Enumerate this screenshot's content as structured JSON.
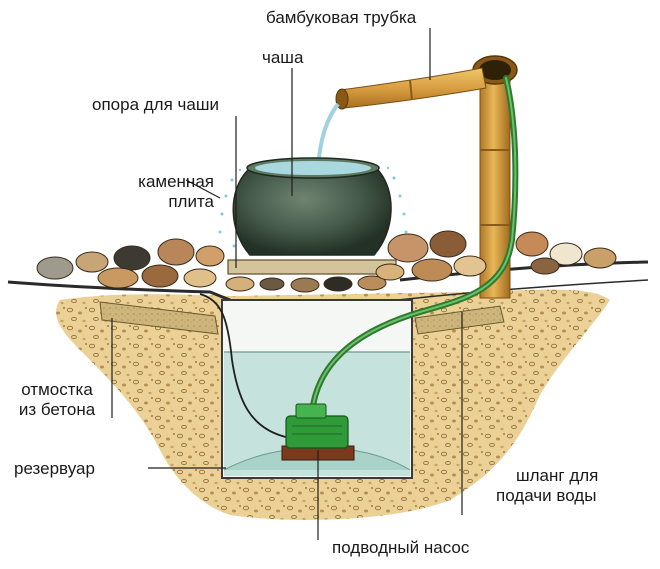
{
  "labels": {
    "bamboo_tube": "бамбуковая трубка",
    "bowl": "чаша",
    "bowl_support": "опора для чаши",
    "stone_slab_line1": "каменная",
    "stone_slab_line2": "плита",
    "concrete_line1": "отмостка",
    "concrete_line2": "из бетона",
    "reservoir": "резервуар",
    "hose_line1": "шланг для",
    "hose_line2": "подачи воды",
    "pump": "подводный насос"
  },
  "colors": {
    "soil": "#e9c98a",
    "pebble": "#c59a55",
    "bowl": "#3f5444",
    "bamboo": "#d9a244",
    "water": "#c6e2dc",
    "hose": "#3c8c3c",
    "pump": "#2f9a38",
    "stone_brown": "#8a5a3a",
    "slab": "#cfc09a",
    "concrete": "#c9b27a"
  }
}
